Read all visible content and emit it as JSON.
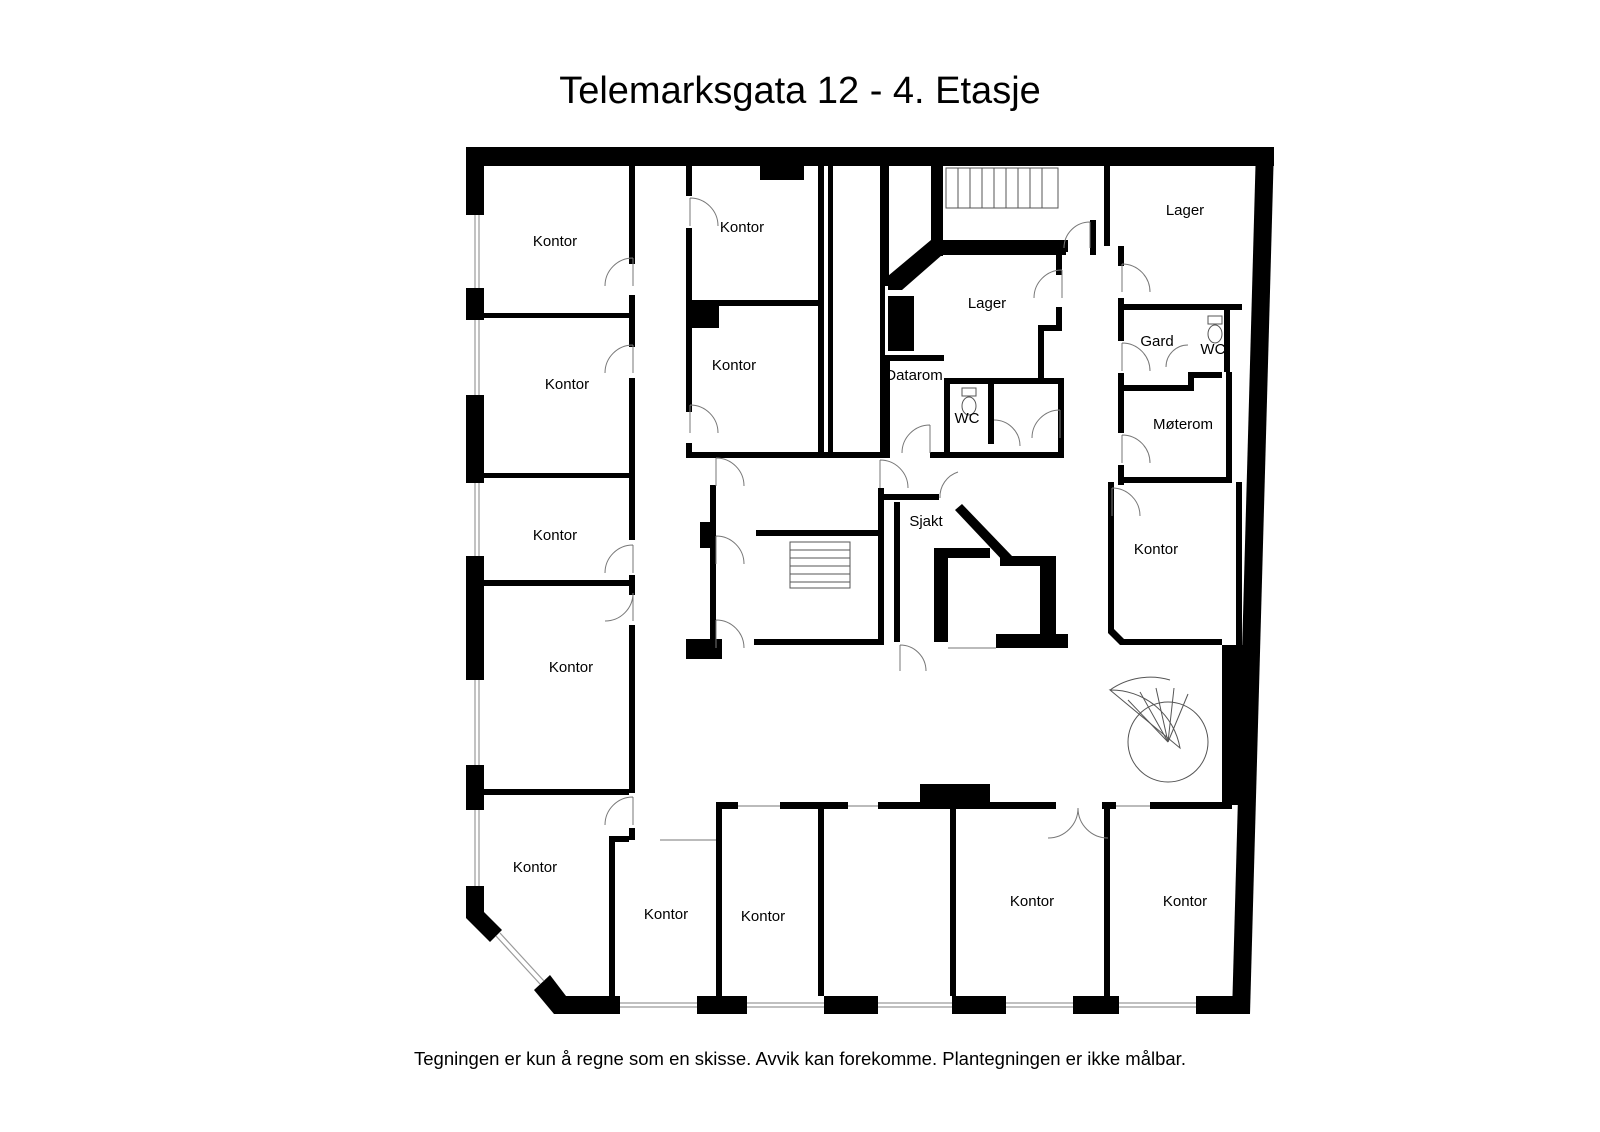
{
  "title": "Telemarksgata 12 - 4. Etasje",
  "footer": "Tegningen er kun å regne som en skisse. Avvik kan forekomme. Plantegningen er ikke målbar.",
  "rooms": {
    "kontor_left_1": "Kontor",
    "kontor_left_2": "Kontor",
    "kontor_left_3": "Kontor",
    "kontor_left_4": "Kontor",
    "kontor_left_5": "Kontor",
    "kontor_top_mid_1": "Kontor",
    "kontor_top_mid_2": "Kontor",
    "lager_top_right": "Lager",
    "lager_mid": "Lager",
    "datarom": "Datarom",
    "wc_mid": "WC",
    "gard": "Gard",
    "wc_right": "WC.",
    "moterom": "Møterom",
    "sjakt": "Sjakt",
    "kontor_right": "Kontor",
    "kontor_bottom_1": "Kontor",
    "kontor_bottom_2": "Kontor",
    "kontor_bottom_3": "Kontor",
    "kontor_bottom_4": "Kontor"
  },
  "colors": {
    "wall": "#000000",
    "window": "#9a9a9a",
    "background": "#ffffff"
  }
}
